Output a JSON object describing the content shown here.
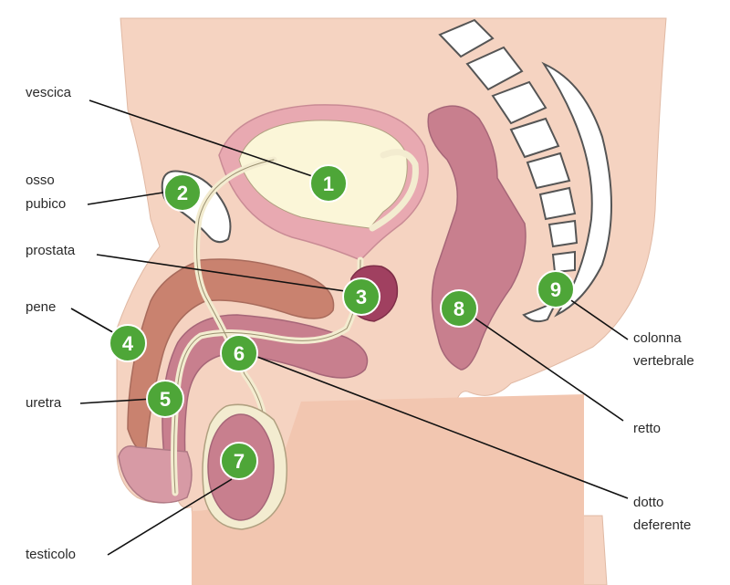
{
  "labels": {
    "vescica": "vescica",
    "osso_line1": "osso",
    "osso_line2": "pubico",
    "prostata": "prostata",
    "pene": "pene",
    "uretra": "uretra",
    "testicolo": "testicolo",
    "dotto_line1": "dotto",
    "dotto_line2": "deferente",
    "retto": "retto",
    "colonna_line1": "colonna",
    "colonna_line2": "vertebrale"
  },
  "markers": [
    "1",
    "2",
    "3",
    "4",
    "5",
    "6",
    "7",
    "8",
    "9"
  ],
  "colors": {
    "skin": "#f5d3c1",
    "tissue_pink": "#e8a9b1",
    "organ_mauve": "#c87f8e",
    "penis_tissue": "#c9826f",
    "bladder_fill": "#fbf6d8",
    "prostate": "#a04060",
    "duct_outline": "#f3ecd0",
    "marker_green": "#4ea638"
  }
}
